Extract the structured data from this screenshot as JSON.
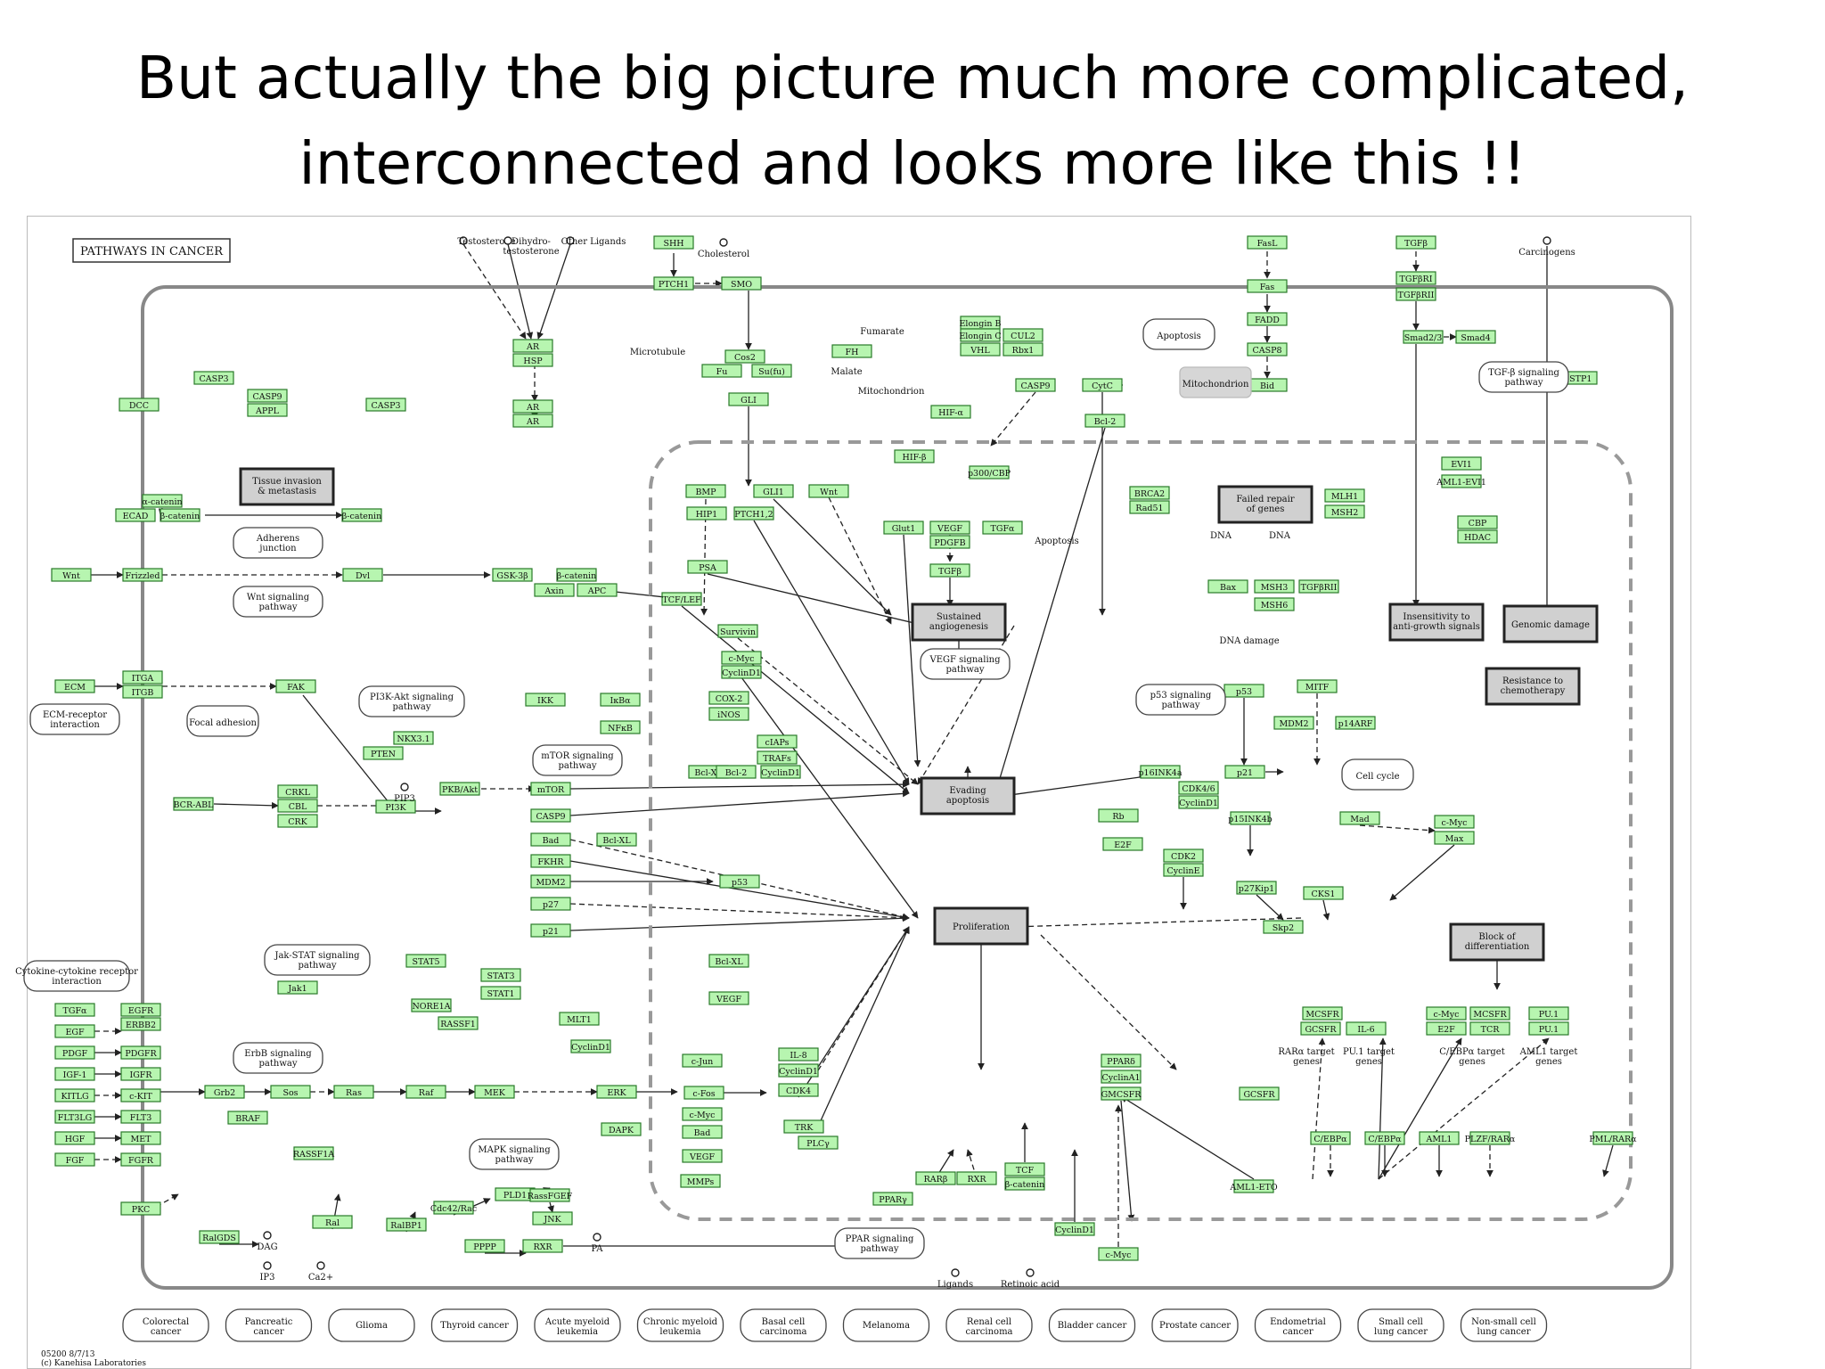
{
  "slide": {
    "title_line1": "But actually the big picture much more complicated,",
    "title_line2": "interconnected and looks more like this !!"
  },
  "colors": {
    "gene_fill": "#b7f5b0",
    "gene_stroke": "#2a7a2a",
    "process_fill": "#d0d0d0",
    "region_stroke": "#888888"
  },
  "diagram": {
    "map_title": "PATHWAYS IN CANCER",
    "copyright": [
      "05200 8/7/13",
      "(c) Kanehisa Laboratories"
    ],
    "ligands": [
      "Testosterone",
      "Dihydro-testosterone",
      "Other Ligands",
      "Cholesterol",
      "Carcinogens",
      "Ligands",
      "Retinoic acid",
      "DAG",
      "IP3",
      "Ca2+",
      "PA",
      "PIP3"
    ],
    "pathway_refs": [
      "Adherens junction",
      "Wnt signaling pathway",
      "ECM-receptor interaction",
      "Focal adhesion",
      "PI3K-Akt signaling pathway",
      "mTOR signaling pathway",
      "Jak-STAT signaling pathway",
      "Cytokine-cytokine receptor interaction",
      "ErbB signaling pathway",
      "MAPK signaling pathway",
      "VEGF signaling pathway",
      "p53 signaling pathway",
      "Cell cycle",
      "TGF-β signaling pathway",
      "PPAR signaling pathway",
      "Apoptosis",
      "Mitochondrion"
    ],
    "processes": [
      "Tissue invasion & metastasis",
      "Sustained angiogenesis",
      "Evading apoptosis",
      "Proliferation",
      "Failed repair of genes",
      "Insensitivity to anti-growth signals",
      "Genomic damage",
      "Resistance to chemotherapy",
      "Block of differentiation"
    ],
    "annotations": [
      "DNA damage",
      "DNA",
      "DNA",
      "Apoptosis",
      "Microtubule",
      "Fumarate",
      "Malate",
      "Mitochondrion",
      "RARα target genes",
      "PU.1 target genes",
      "C/EBPα target genes",
      "AML1 target genes"
    ],
    "cancers": [
      "Colorectal cancer",
      "Pancreatic cancer",
      "Glioma",
      "Thyroid cancer",
      "Acute myeloid leukemia",
      "Chronic myeloid leukemia",
      "Basal cell carcinoma",
      "Melanoma",
      "Renal cell carcinoma",
      "Bladder cancer",
      "Prostate cancer",
      "Endometrial cancer",
      "Small cell lung cancer",
      "Non-small cell lung cancer"
    ],
    "genes": [
      "SHH",
      "PTCH1",
      "SMO",
      "Cos2",
      "Fu",
      "Su(fu)",
      "GLI",
      "AR",
      "HSP",
      "AR",
      "AR",
      "CASP3",
      "DCC",
      "CASP9",
      "APPL",
      "CASP3",
      "FH",
      "HIF-α",
      "Elongin B",
      "Elongin C",
      "VHL",
      "CUL2",
      "Rbx1",
      "HIF-β",
      "p300/CBP",
      "FasL",
      "Fas",
      "FADD",
      "CASP8",
      "Bid",
      "CASP9",
      "CytC",
      "Bcl-2",
      "TGFβ",
      "TGFβRI",
      "TGFβRII",
      "Smad2/3",
      "Smad4",
      "GSTP1",
      "α-catenin",
      "ECAD",
      "β-catenin",
      "β-catenin",
      "Wnt",
      "Frizzled",
      "Dvl",
      "GSK-3β",
      "β-catenin",
      "Axin",
      "APC",
      "TCF/LEF",
      "BMP",
      "GLI1",
      "Wnt",
      "HIP1",
      "PTCH1,2",
      "PSA",
      "Survivin",
      "c-Myc",
      "CyclinD1",
      "Glut1",
      "VEGF",
      "TGFα",
      "PDGFB",
      "TGFβ",
      "BRCA2",
      "Rad51",
      "MLH1",
      "MSH2",
      "Bax",
      "MSH3",
      "MSH6",
      "TGFβRII",
      "EVI1",
      "AML1-EVI1",
      "CBP",
      "HDAC",
      "ECM",
      "ITGA",
      "ITGB",
      "FAK",
      "IKK",
      "IκBα",
      "NFκB",
      "COX-2",
      "iNOS",
      "cIAPs",
      "TRAFs",
      "Bcl-XL",
      "Bcl-2",
      "CyclinD1",
      "PTEN",
      "NKX3.1",
      "PI3K",
      "PKB/Akt",
      "mTOR",
      "CASP9",
      "Bad",
      "Bcl-XL",
      "FKHR",
      "MDM2",
      "p53",
      "p27",
      "p21",
      "p53",
      "MITF",
      "MDM2",
      "p14ARF",
      "p16INK4a",
      "p21",
      "CDK4/6",
      "CyclinD1",
      "p15INK4b",
      "Mad",
      "c-Myc",
      "Max",
      "Rb",
      "E2F",
      "CDK2",
      "CyclinE",
      "p27Kip1",
      "CKS1",
      "Skp2",
      "BCR-ABL",
      "CRKL",
      "CBL",
      "CRK",
      "STAT5",
      "STAT3",
      "STAT1",
      "Bcl-XL",
      "VEGF",
      "Jak1",
      "NORE1A",
      "RASSF1",
      "MLT1",
      "CyclinD1",
      "TGFα",
      "EGF",
      "PDGF",
      "IGF-1",
      "KITLG",
      "FLT3LG",
      "HGF",
      "FGF",
      "EGFR",
      "ERBB2",
      "PDGFR",
      "IGFR",
      "c-KIT",
      "FLT3",
      "MET",
      "FGFR",
      "Grb2",
      "Sos",
      "Ras",
      "Raf",
      "MEK",
      "ERK",
      "DAPK",
      "BRAF",
      "RASSF1A",
      "c-Jun",
      "c-Fos",
      "c-Myc",
      "Bad",
      "VEGF",
      "MMPs",
      "IL-8",
      "CyclinD1",
      "CDK4",
      "TRK",
      "PLCγ",
      "PKC",
      "RalGDS",
      "Ral",
      "RalBP1",
      "Cdc42/Rac",
      "PLD1",
      "RassFGEF",
      "JNK",
      "PPPP",
      "RXR",
      "PPARγ",
      "RARβ",
      "RXR",
      "TCF",
      "β-catenin",
      "CyclinD1",
      "c-Myc",
      "PPARδ",
      "CyclinA1",
      "GMCSFR",
      "GCSFR",
      "MCSFR",
      "GCSFR",
      "IL-6",
      "c-Myc",
      "E2F",
      "MCSFR",
      "TCR",
      "PU.1",
      "PU.1",
      "C/EBPα",
      "C/EBPα",
      "AML1",
      "PLZF/RARα",
      "PML/RARα",
      "AML1-ETO"
    ]
  }
}
